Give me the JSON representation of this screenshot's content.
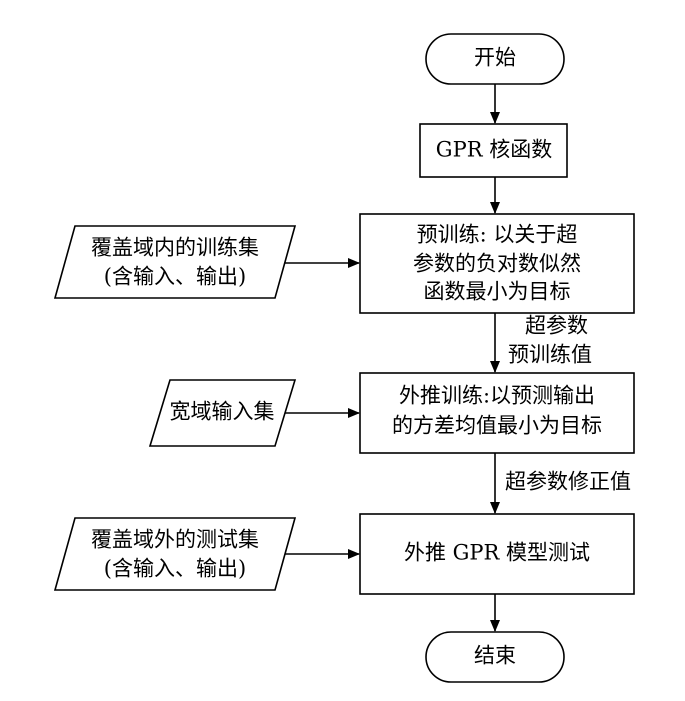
{
  "nodes": {
    "start": [
      "开始"
    ],
    "kernel": [
      "GPR 核函数"
    ],
    "pretrain": [
      "预训练: 以关于超",
      "参数的负对数似然",
      "函数最小为目标"
    ],
    "extrap_train": [
      "外推训练:以预测输出",
      "的方差均值最小为目标"
    ],
    "test": [
      "外推 GPR 模型测试"
    ],
    "end": [
      "结束"
    ],
    "train_set": [
      "覆盖域内的训练集",
      "(含输入、输出)"
    ],
    "wide_input": [
      "宽域输入集"
    ],
    "test_set": [
      "覆盖域外的测试集",
      "(含输入、输出)"
    ]
  },
  "edge_labels": {
    "pretrain_value": [
      "超参数",
      "预训练值"
    ],
    "correction_value": [
      "超参数修正值"
    ]
  }
}
